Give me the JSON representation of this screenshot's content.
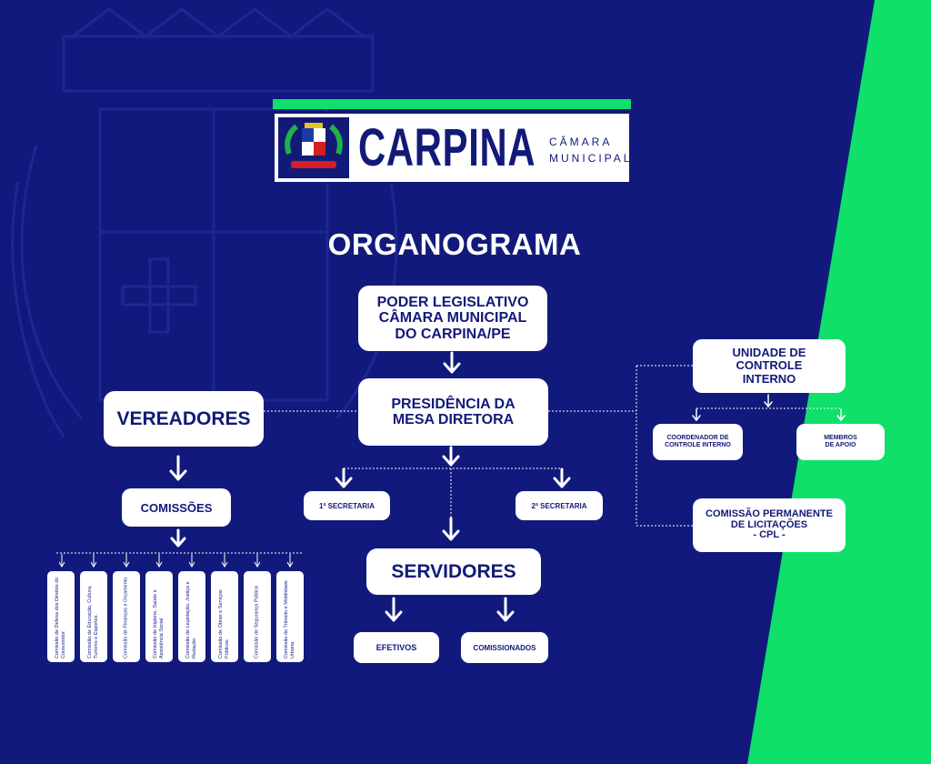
{
  "colors": {
    "background": "#111a7c",
    "accent_green": "#0fe06a",
    "box_fill": "#ffffff",
    "text_navy": "#121a78"
  },
  "header": {
    "logo_title": "CARPINA",
    "logo_subtitle": "CÂMARA\nMUNICIPAL",
    "crest_icon": "municipal-coat-of-arms"
  },
  "page_title": "ORGANOGRAMA",
  "nodes": {
    "poder_legislativo": "PODER LEGISLATIVO\nCÂMARA MUNICIPAL\nDO CARPINA/PE",
    "presidencia": "PRESIDÊNCIA DA\nMESA DIRETORA",
    "vereadores": "VEREADORES",
    "comissoes": "COMISSÕES",
    "secretaria_1": "1ª SECRETARIA",
    "secretaria_2": "2ª SECRETARIA",
    "servidores": "SERVIDORES",
    "efetivos": "EFETIVOS",
    "comissionados": "COMISSIONADOS",
    "controle_interno": "UNIDADE DE\nCONTROLE\nINTERNO",
    "coordenador": "COORDENADOR DE\nCONTROLE INTERNO",
    "membros": "MEMBROS\nDE APOIO",
    "cpl": "COMISSÃO PERMANENTE\nDE LICITAÇÕES\n- CPL -"
  },
  "commissions": [
    "Comissão de Defesa dos Direitos do Consumidor.",
    "Comissão de Educação, Cultura, Turismo e Esportes.",
    "Comissão de Finanças e Orçamento.",
    "Comissão de Higiene, Saúde e Assistência Social",
    "Comissão de Legislação, Justiça e Redação",
    "Comissão de Obras e Serviços Públicos",
    "Comissão de Segurança Pública",
    "Comissão de Trânsito e Mobilidade Urbana."
  ]
}
